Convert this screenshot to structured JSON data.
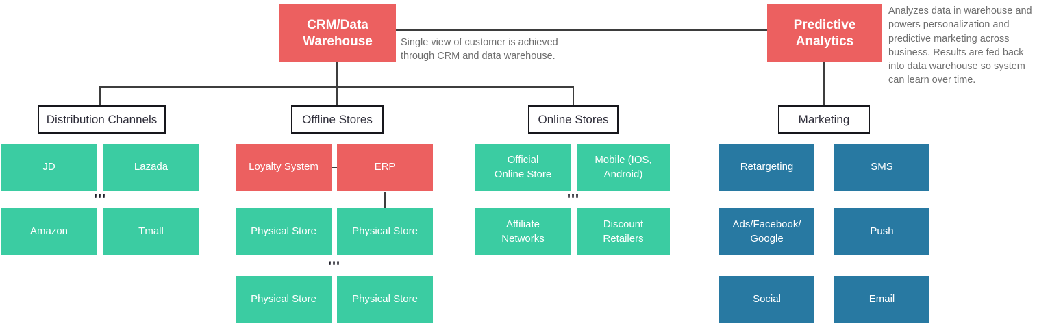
{
  "diagram": {
    "title": "CRM / Data Warehouse ecosystem diagram",
    "colors": {
      "root_red": "#ec6060",
      "leaf_green": "#3bcca2",
      "leaf_blue": "#2879a2",
      "connector": "#3d3d3d",
      "header_border": "#17171c",
      "note_gray": "#6e6e6e"
    },
    "ellipsis": "'''",
    "crm": {
      "label": "CRM/Data\nWarehouse",
      "note": "Single view of customer is achieved through CRM and data warehouse."
    },
    "predictive": {
      "label": "Predictive\nAnalytics",
      "note": "Analyzes data in warehouse and powers personalization and predictive marketing across business. Results are fed back into data warehouse so system can learn over time."
    },
    "groups": [
      {
        "header": "Distribution Channels",
        "row1": [
          "JD",
          "Lazada"
        ],
        "row2": [
          "Amazon",
          "Tmall"
        ]
      },
      {
        "header": "Offline Stores",
        "row1": [
          "Loyalty System",
          "ERP"
        ],
        "row2": [
          "Physical Store",
          "Physical Store"
        ],
        "row3": [
          "Physical Store",
          "Physical Store"
        ]
      },
      {
        "header": "Online Stores",
        "row1": [
          "Official\nOnline Store",
          "Mobile (IOS,\nAndroid)"
        ],
        "row2": [
          "Affiliate\nNetworks",
          "Discount\nRetailers"
        ]
      },
      {
        "header": "Marketing",
        "row1": [
          "Retargeting",
          "SMS"
        ],
        "row2": [
          "Ads/Facebook/\nGoogle",
          "Push"
        ],
        "row3": [
          "Social",
          "Email"
        ]
      }
    ]
  }
}
